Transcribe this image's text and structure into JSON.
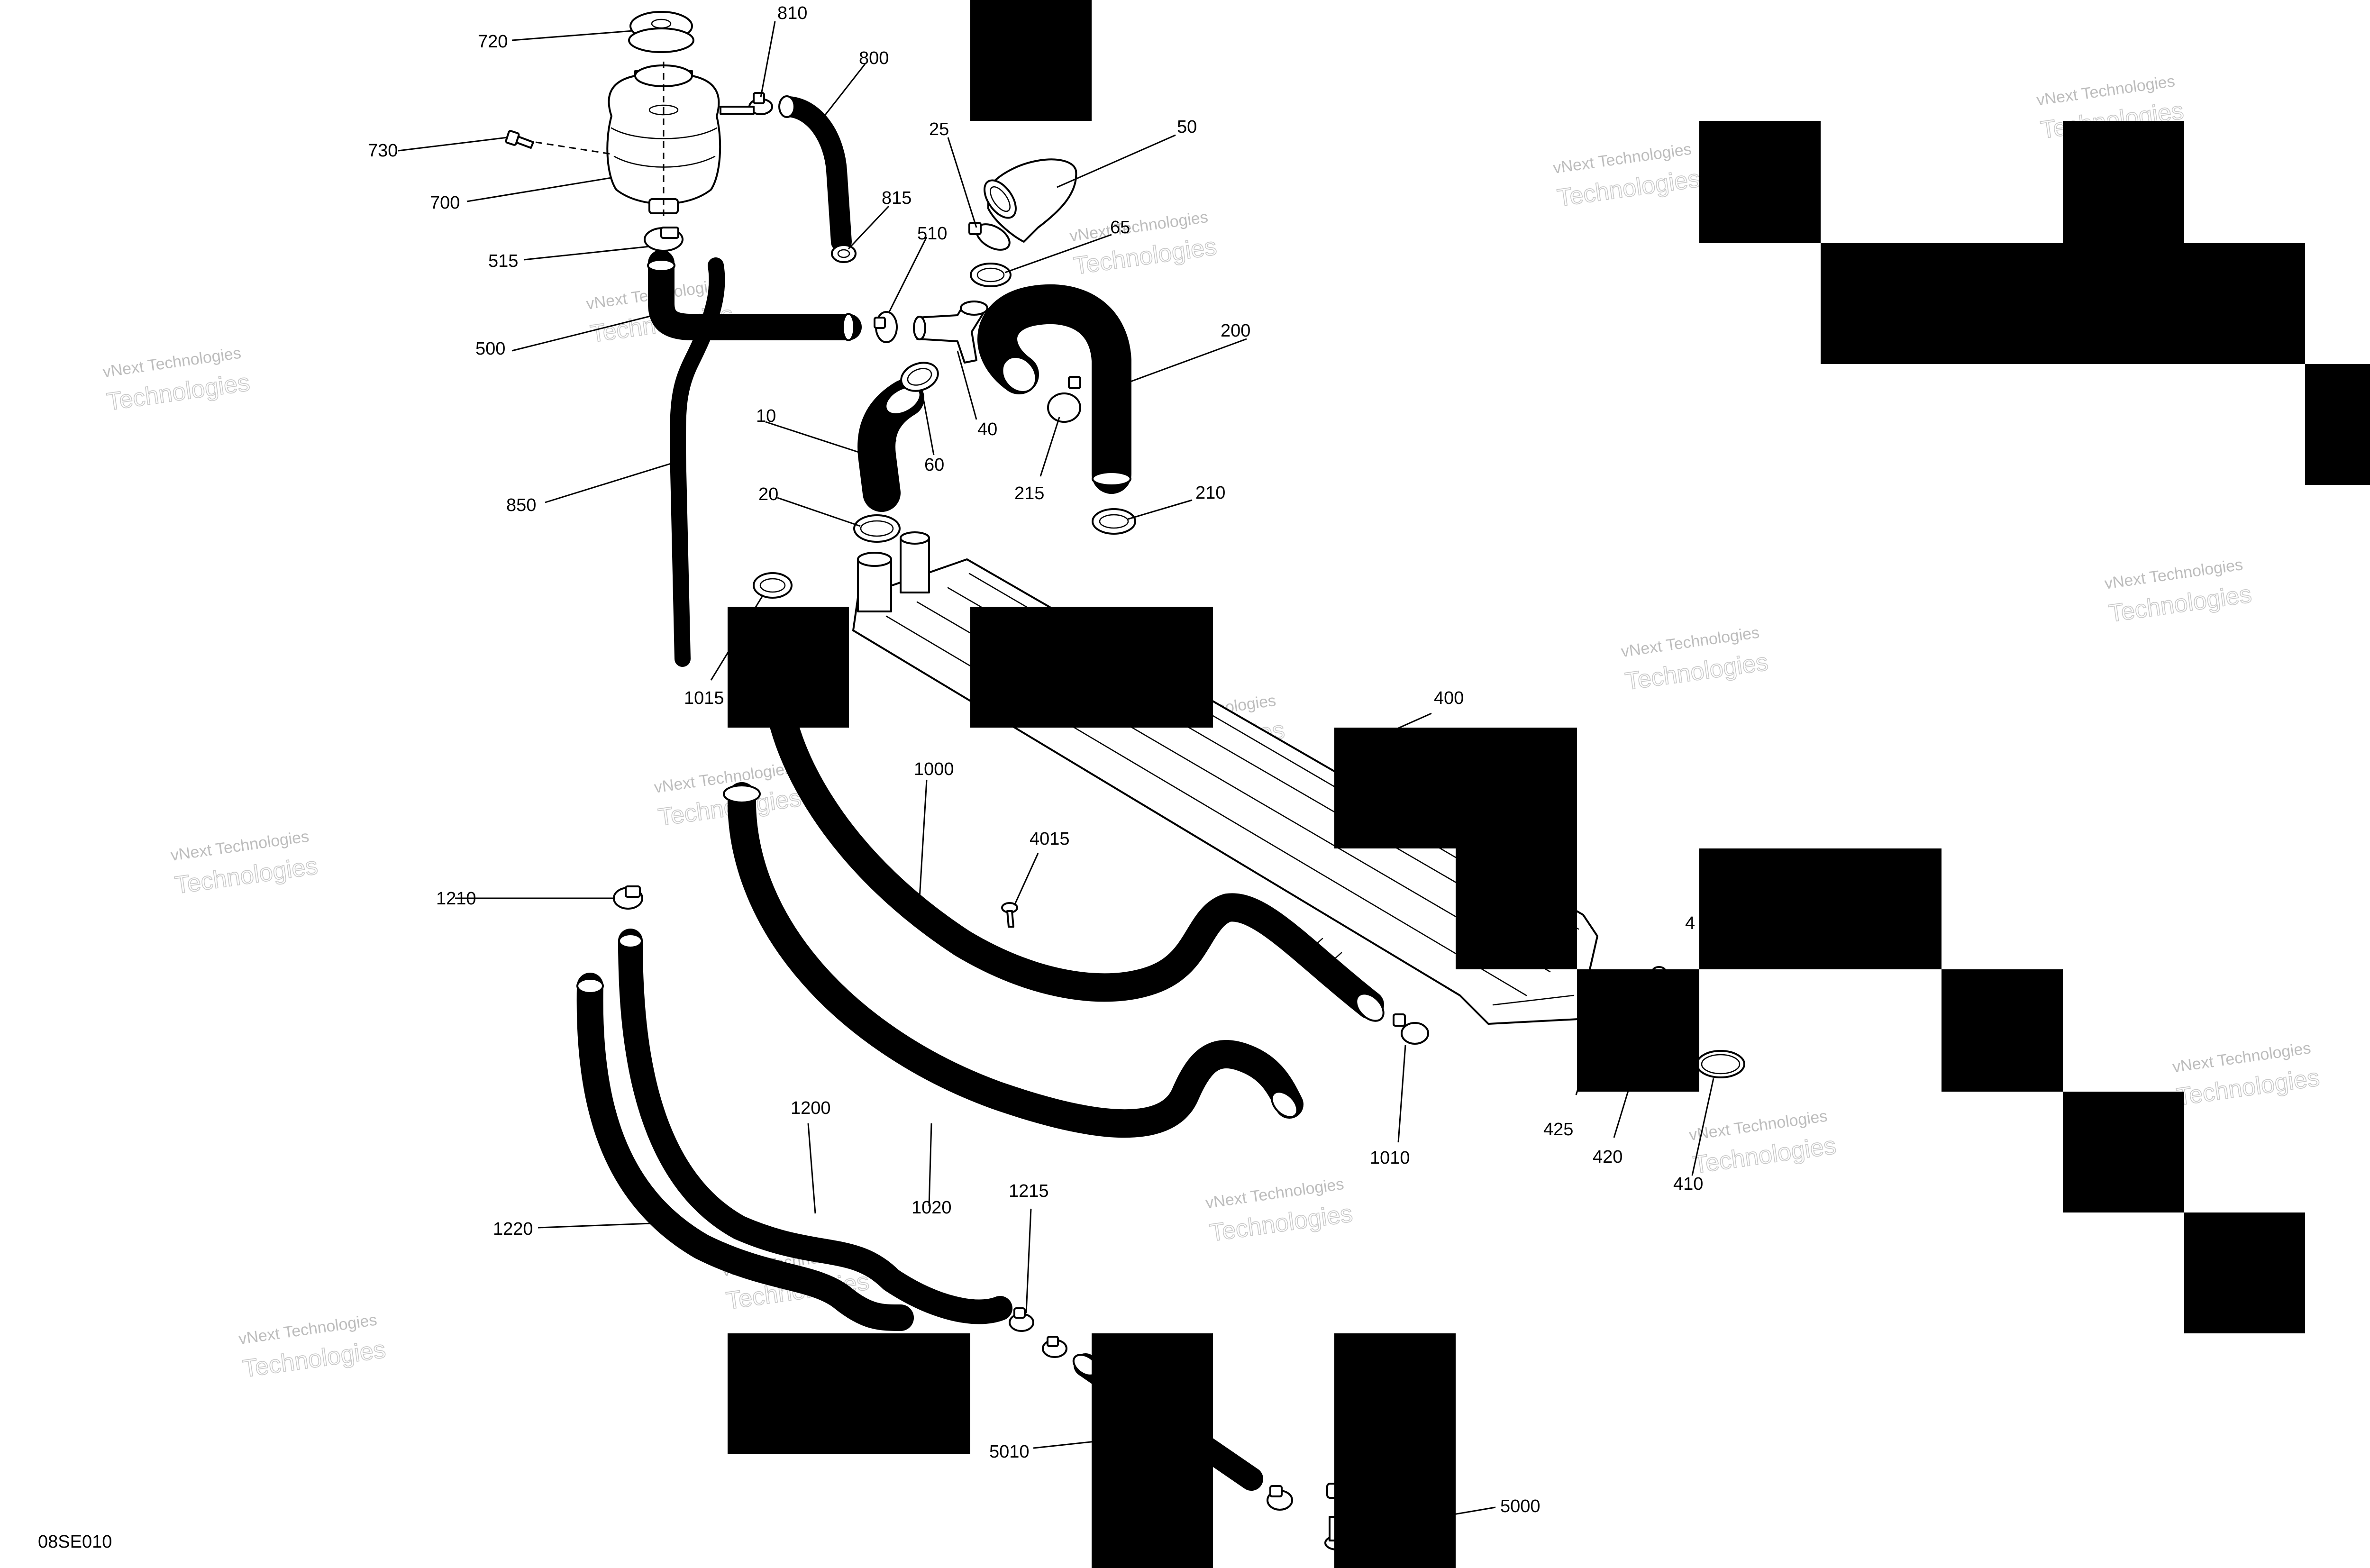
{
  "drawing": {
    "code": "08SE010",
    "watermark_line1": "vNext Technologies",
    "watermark_line2": "Technologies"
  },
  "callouts": [
    {
      "id": "720",
      "text": "720"
    },
    {
      "id": "810",
      "text": "810"
    },
    {
      "id": "800",
      "text": "800"
    },
    {
      "id": "730",
      "text": "730"
    },
    {
      "id": "700",
      "text": "700"
    },
    {
      "id": "815",
      "text": "815"
    },
    {
      "id": "515",
      "text": "515"
    },
    {
      "id": "510",
      "text": "510"
    },
    {
      "id": "500",
      "text": "500"
    },
    {
      "id": "850",
      "text": "850"
    },
    {
      "id": "25",
      "text": "25"
    },
    {
      "id": "50",
      "text": "50"
    },
    {
      "id": "65",
      "text": "65"
    },
    {
      "id": "200",
      "text": "200"
    },
    {
      "id": "10",
      "text": "10"
    },
    {
      "id": "40",
      "text": "40"
    },
    {
      "id": "60",
      "text": "60"
    },
    {
      "id": "215",
      "text": "215"
    },
    {
      "id": "210",
      "text": "210"
    },
    {
      "id": "20",
      "text": "20"
    },
    {
      "id": "1015",
      "text": "1015"
    },
    {
      "id": "400",
      "text": "400"
    },
    {
      "id": "1000",
      "text": "1000"
    },
    {
      "id": "4015",
      "text": "4015"
    },
    {
      "id": "1210",
      "text": "1210"
    },
    {
      "id": "4x",
      "text": "4"
    },
    {
      "id": "1010",
      "text": "1010"
    },
    {
      "id": "425",
      "text": "425"
    },
    {
      "id": "420",
      "text": "420"
    },
    {
      "id": "410",
      "text": "410"
    },
    {
      "id": "1200",
      "text": "1200"
    },
    {
      "id": "1020",
      "text": "1020"
    },
    {
      "id": "1215",
      "text": "1215"
    },
    {
      "id": "1220",
      "text": "1220"
    },
    {
      "id": "5010",
      "text": "5010"
    },
    {
      "id": "5000",
      "text": "5000"
    }
  ]
}
